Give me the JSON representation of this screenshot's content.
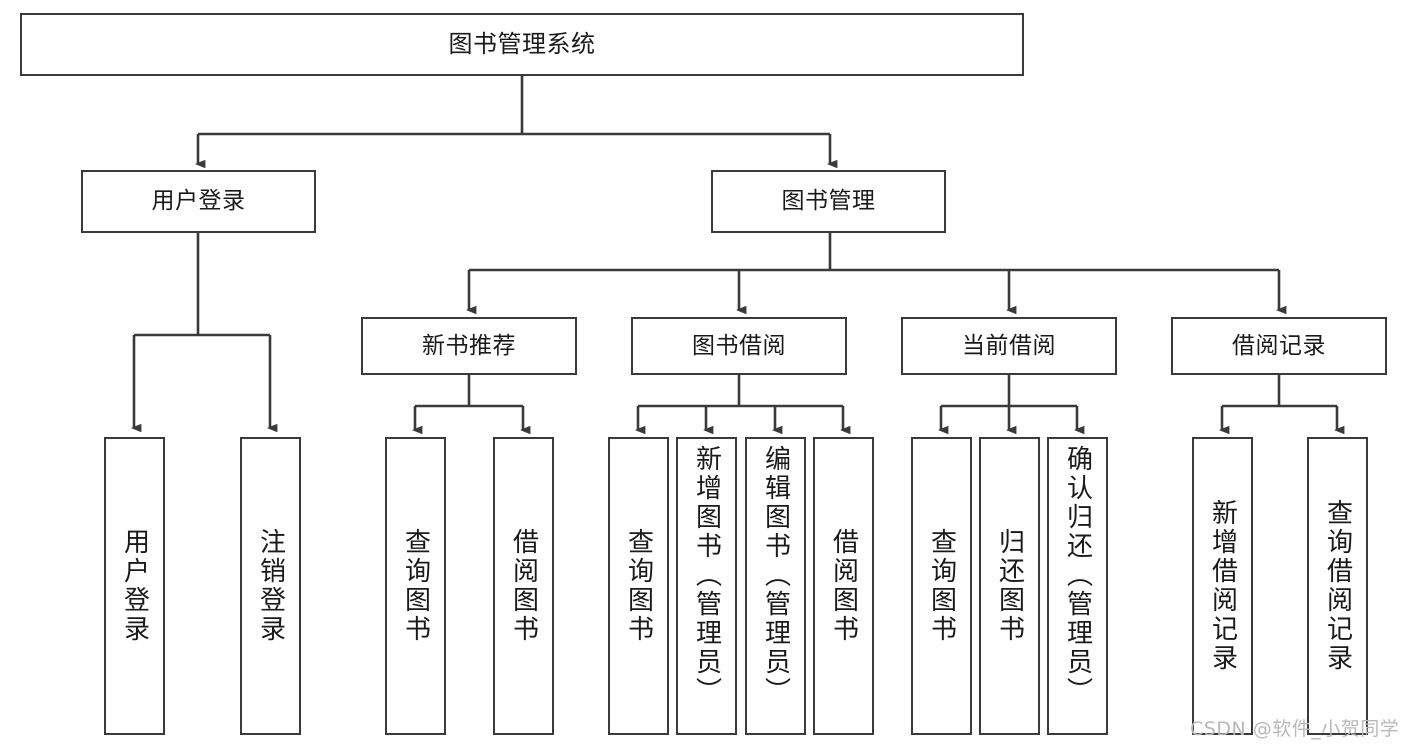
{
  "diagram": {
    "type": "tree-hierarchy-chart",
    "title": "图书管理系统",
    "stroke_color": "#3a3a3a",
    "fill_color": "#ffffff",
    "text_color": "#1a1a1a",
    "levels": [
      {
        "level": 0,
        "nodes": [
          {
            "id": "root",
            "label": "图书管理系统",
            "orientation": "horizontal"
          }
        ]
      },
      {
        "level": 1,
        "nodes": [
          {
            "id": "login",
            "label": "用户登录",
            "orientation": "horizontal",
            "parent": "root"
          },
          {
            "id": "bookmgmt",
            "label": "图书管理",
            "orientation": "horizontal",
            "parent": "root"
          }
        ]
      },
      {
        "level": 2,
        "nodes": [
          {
            "id": "newbook",
            "label": "新书推荐",
            "orientation": "horizontal",
            "parent": "bookmgmt"
          },
          {
            "id": "borrow",
            "label": "图书借阅",
            "orientation": "horizontal",
            "parent": "bookmgmt"
          },
          {
            "id": "current",
            "label": "当前借阅",
            "orientation": "horizontal",
            "parent": "bookmgmt"
          },
          {
            "id": "records",
            "label": "借阅记录",
            "orientation": "horizontal",
            "parent": "bookmgmt"
          }
        ]
      },
      {
        "level": 3,
        "nodes": [
          {
            "id": "leaf1",
            "label": "用户登录",
            "orientation": "vertical",
            "parent": "login"
          },
          {
            "id": "leaf2",
            "label": "注销登录",
            "orientation": "vertical",
            "parent": "login"
          },
          {
            "id": "leaf3",
            "label": "查询图书",
            "orientation": "vertical",
            "parent": "newbook"
          },
          {
            "id": "leaf4",
            "label": "借阅图书",
            "orientation": "vertical",
            "parent": "newbook"
          },
          {
            "id": "leaf5",
            "label": "查询图书",
            "orientation": "vertical",
            "parent": "borrow"
          },
          {
            "id": "leaf6",
            "label": "新增图书（管理员）",
            "orientation": "vertical",
            "parent": "borrow"
          },
          {
            "id": "leaf7",
            "label": "编辑图书（管理员）",
            "orientation": "vertical",
            "parent": "borrow"
          },
          {
            "id": "leaf8",
            "label": "借阅图书",
            "orientation": "vertical",
            "parent": "borrow"
          },
          {
            "id": "leaf9",
            "label": "查询图书",
            "orientation": "vertical",
            "parent": "current"
          },
          {
            "id": "leaf10",
            "label": "归还图书",
            "orientation": "vertical",
            "parent": "current"
          },
          {
            "id": "leaf11",
            "label": "确认归还（管理员）",
            "orientation": "vertical",
            "parent": "current"
          },
          {
            "id": "leaf12",
            "label": "新增借阅记录",
            "orientation": "vertical",
            "parent": "records"
          },
          {
            "id": "leaf13",
            "label": "查询借阅记录",
            "orientation": "vertical",
            "parent": "records"
          }
        ]
      }
    ]
  },
  "watermark": {
    "text": "CSDN @软件_小贺同学"
  }
}
